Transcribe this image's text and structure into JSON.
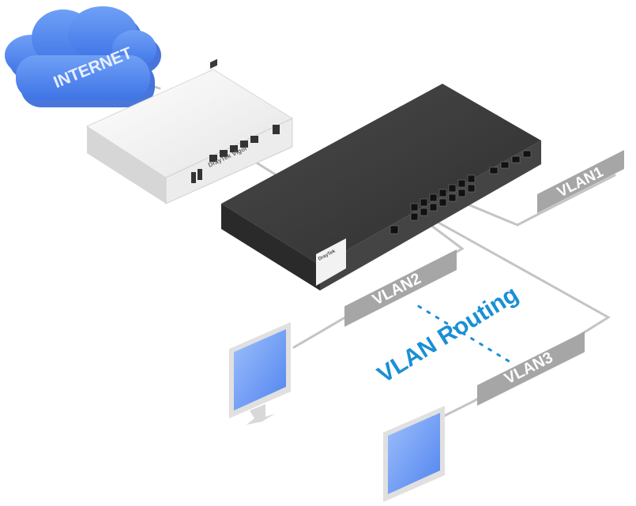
{
  "cloud": {
    "label": "INTERNET"
  },
  "router": {
    "brand": "DrayTek Vigor"
  },
  "switch": {
    "brand": "DrayTek"
  },
  "vlans": [
    {
      "label": "VLAN1"
    },
    {
      "label": "VLAN2"
    },
    {
      "label": "VLAN3"
    }
  ],
  "routing": {
    "label": "VLAN Routing",
    "color": "#1a8fd6"
  },
  "colors": {
    "cloud": "#5b8ff2",
    "cable": "#bdbdbd",
    "tag": "#a6a6a6",
    "switch": "#3a3a3a",
    "screen": "#6c9bf3"
  },
  "icons": [
    "cloud-icon",
    "router-icon",
    "switch-icon",
    "monitor-icon"
  ]
}
